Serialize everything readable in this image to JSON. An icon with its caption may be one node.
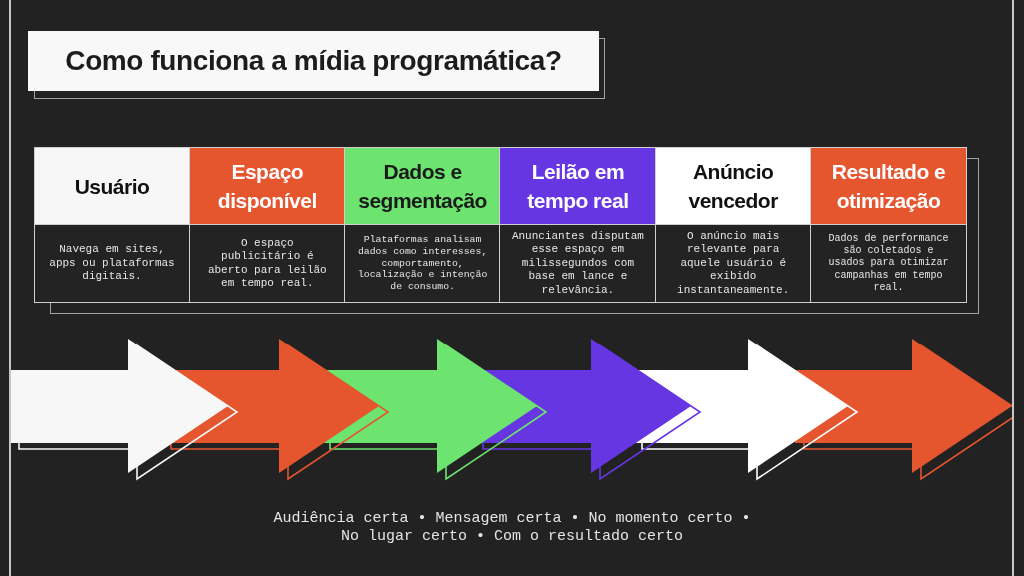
{
  "diagram": {
    "title": "Como funciona a mídia programática?",
    "nodes": [
      {
        "text": [
          "Usuário",
          "Navega em sites, apps ou plataformas digitais."
        ]
      },
      {
        "text": [
          "Espaço disponível",
          "O espaço publicitário é aberto para leilão em tempo real."
        ]
      },
      {
        "text": [
          "Dados e segmentação",
          "Plataformas analisam dados como interesses, comportamento, localização e intenção de consumo."
        ]
      },
      {
        "text": [
          "Leilão em tempo real",
          "Anunciantes disputam esse espaço em milissegundos com base em lance e relevância."
        ]
      },
      {
        "text": [
          "Anúncio vencedor",
          "O anúncio mais relevante para aquele usuário é exibido instantaneamente."
        ]
      },
      {
        "text": [
          "Resultado e otimização",
          "Dados de performance são coletados e usados para otimizar campanhas em tempo real."
        ]
      }
    ],
    "labels": [
      "Audiência certa • Mensagem certa • No momento certo • No lugar certo • Com o resultado certo"
    ]
  }
}
